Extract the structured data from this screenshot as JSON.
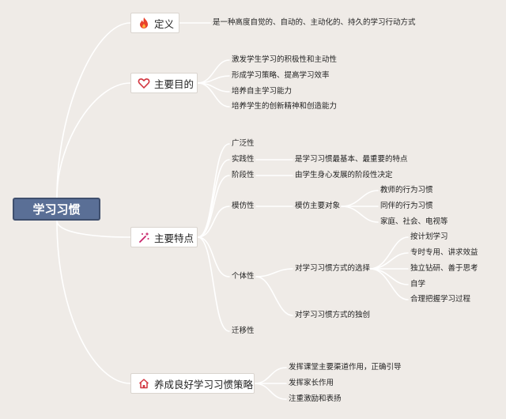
{
  "root": "学习习惯",
  "definition": {
    "label": "定义",
    "icon": "fire-icon",
    "text": "是一种高度自觉的、自动的、主动化的、持久的学习行动方式"
  },
  "purpose": {
    "label": "主要目的",
    "icon": "heart-icon",
    "items": [
      "激发学生学习的积极性和主动性",
      "形成学习策略、提高学习效率",
      "培养自主学习能力",
      "培养学生的创新精神和创造能力"
    ]
  },
  "features": {
    "label": "主要特点",
    "icon": "sparkle-wand-icon",
    "broad": "广泛性",
    "practical": {
      "label": "实践性",
      "note": "是学习习惯最基本、最重要的特点"
    },
    "stage": {
      "label": "阶段性",
      "note": "由学生身心发展的阶段性决定"
    },
    "imitation": {
      "label": "模仿性",
      "note": "模仿主要对象",
      "targets": [
        "教师的行为习惯",
        "同伴的行为习惯",
        "家庭、社会、电视等"
      ]
    },
    "individual": {
      "label": "个体性",
      "choice": "对学习习惯方式的选择",
      "options": [
        "按计划学习",
        "专时专用、讲求效益",
        "独立钻研、善于思考",
        "自学",
        "合理把握学习过程"
      ],
      "unique": "对学习习惯方式的独创"
    },
    "transfer": "迁移性"
  },
  "strategy": {
    "label": "养成良好学习习惯策略",
    "icon": "home-icon",
    "items": [
      "发挥课堂主要渠道作用，正确引导",
      "发挥家长作用",
      "注重激励和表扬"
    ]
  }
}
